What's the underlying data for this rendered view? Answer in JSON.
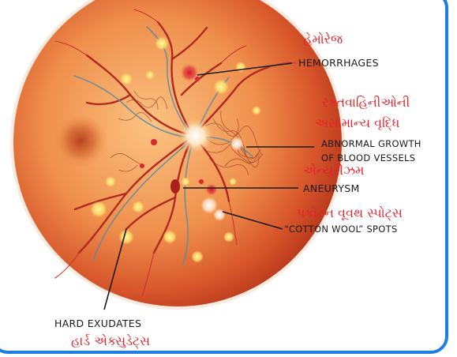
{
  "labels": {
    "hemorrhages": {
      "gu": "હેમોરેજ",
      "en": "HEMORRHAGES"
    },
    "abnormal_growth": {
      "gu_line1": "રક્તવાહિનીઓની",
      "gu_line2": "અસામાન્ય વૃદ્ધિ",
      "en_line1": "ABNORMAL GROWTH",
      "en_line2": "OF BLOOD VESSELS"
    },
    "aneurysm": {
      "gu": "એન્યુરીઝમ",
      "en": "ANEURYSM"
    },
    "cotton_wool": {
      "gu": "પકોટન વૂવથ સ્પોટ્સ",
      "en": "“COTTON WOOL” SPOTS"
    },
    "hard_exudates": {
      "en": "HARD EXUDATES",
      "gu": "હાર્ડ એક્સુડેટ્સ"
    }
  },
  "colors": {
    "frame": "#1e7fe0",
    "gujarati_text": "#e8202a",
    "english_text": "#1a1a1a",
    "retina_center": "#f8b070",
    "retina_edge": "#c8401c"
  }
}
